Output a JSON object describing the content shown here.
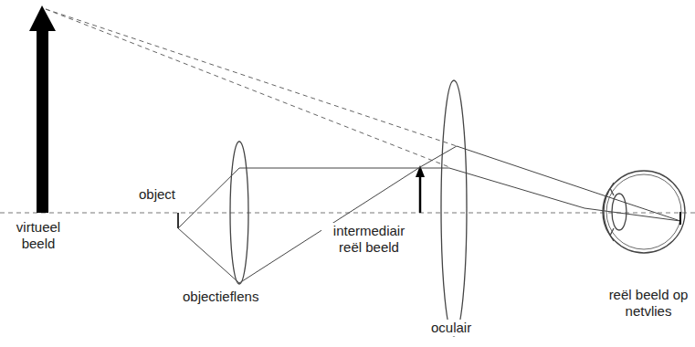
{
  "diagram": {
    "labels": [
      "object",
      "virtueel beeld",
      "intermediair reël beeld",
      "objectieflens",
      "oculair",
      "reël beeld op netvlies"
    ]
  }
}
